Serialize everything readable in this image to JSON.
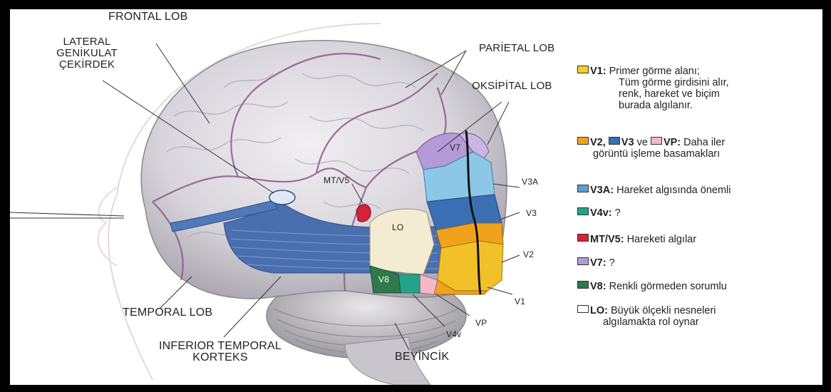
{
  "labels": {
    "frontal_lob": "FRONTAL LOB",
    "lateral_genikulat": [
      "LATERAL",
      "GENİKULAT",
      "ÇEKİRDEK"
    ],
    "parietal_lob": "PARİETAL LOB",
    "oksipital_lob": "OKSİPİTAL LOB",
    "mt_v5": "MT/V5",
    "lo": "LO",
    "v8": "V8",
    "v7": "V7",
    "v3a": "V3A",
    "v3": "V3",
    "v2": "V2",
    "v1": "V1",
    "vp": "VP",
    "v4v": "V4v",
    "temporal_lob": "TEMPORAL LOB",
    "inferior_temporal": [
      "INFERIOR TEMPORAL",
      "KORTEKS"
    ],
    "beyincik": "BEYİNCİK"
  },
  "legend": [
    {
      "swatches": [
        {
          "color": "#f2cf2a",
          "code": "V1:"
        }
      ],
      "text": "Primer görme alanı;",
      "more": [
        "Tüm görme girdisini alır,",
        "renk, hareket ve biçim",
        "burada algılanır."
      ]
    },
    {
      "swatches": [
        {
          "color": "#f0a21c",
          "code": "V2,"
        },
        {
          "color": "#3a6fb3",
          "code": "V3"
        }
      ],
      "joiner": "ve",
      "swatch3": {
        "color": "#f4b8c8",
        "code": "VP:"
      },
      "text": "Daha iler",
      "more": [
        "görüntü işleme basamakları"
      ]
    },
    {
      "swatches": [
        {
          "color": "#5e9fc9",
          "code": "V3A:"
        }
      ],
      "text": "Hareket algısında önemli"
    },
    {
      "swatches": [
        {
          "color": "#23a48a",
          "code": "V4v:"
        }
      ],
      "text": "?"
    },
    {
      "swatches": [
        {
          "color": "#d5213a",
          "code": "MT/V5:"
        }
      ],
      "text": "Hareketi algılar"
    },
    {
      "swatches": [
        {
          "color": "#b49ad6",
          "code": "V7:"
        }
      ],
      "text": "?"
    },
    {
      "swatches": [
        {
          "color": "#2e7a4a",
          "code": "V8:"
        }
      ],
      "text": "Renkli görmeden sorumlu"
    },
    {
      "swatches": [
        {
          "color": "#ffffff",
          "code": "LO:"
        }
      ],
      "text": "Büyük ölçekli nesneleri",
      "more": [
        "algılamakta rol oynar"
      ]
    }
  ],
  "colors": {
    "v1": "#f2c12a",
    "v2": "#f0a21c",
    "v3": "#3a6fb3",
    "v3a": "#8cc7e6",
    "v4v": "#23a48a",
    "mt_v5": "#d5213a",
    "v7": "#b49ad6",
    "v8": "#2e7a4a",
    "vp": "#f4b8c8",
    "lo": "#f3ecd2",
    "brain": "#d9d6dc",
    "vessels": "#8a5a82"
  }
}
